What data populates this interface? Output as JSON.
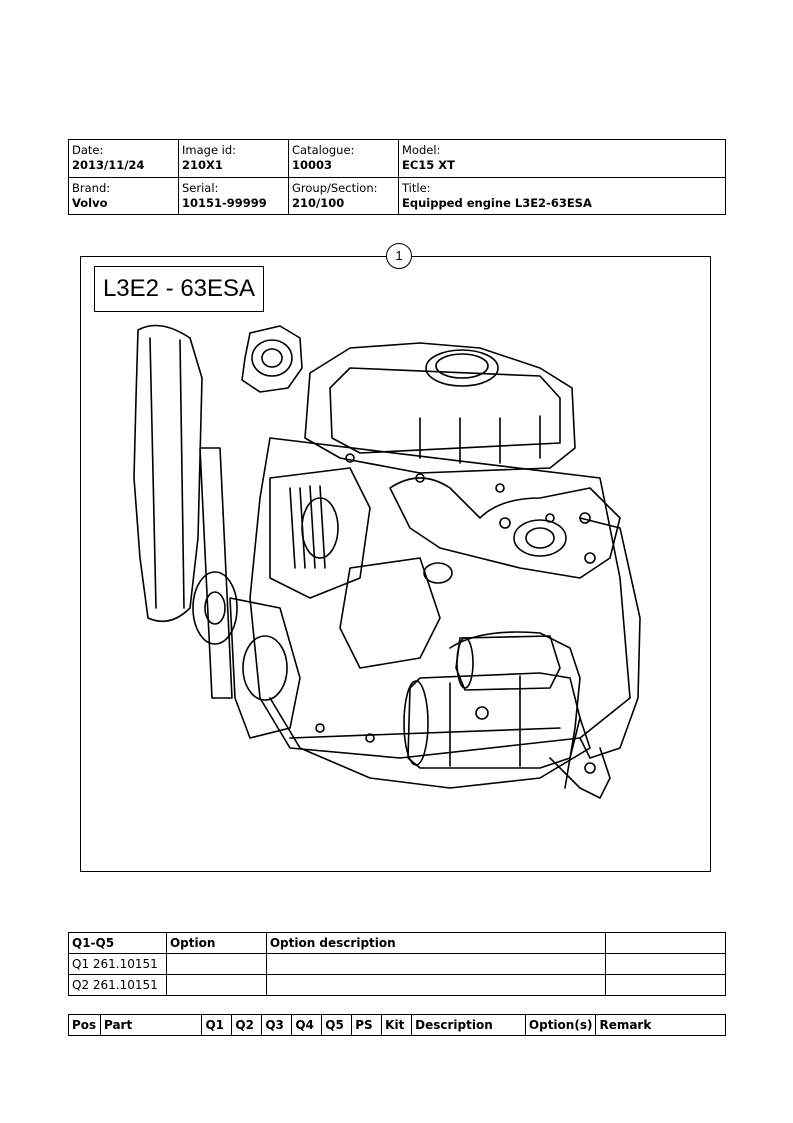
{
  "header": {
    "date_label": "Date:",
    "date_value": "2013/11/24",
    "image_id_label": "Image id:",
    "image_id_value": "210X1",
    "catalogue_label": "Catalogue:",
    "catalogue_value": "10003",
    "model_label": "Model:",
    "model_value": "EC15 XT",
    "brand_label": "Brand:",
    "brand_value": "Volvo",
    "serial_label": "Serial:",
    "serial_value": "10151-99999",
    "group_label": "Group/Section:",
    "group_value": "210/100",
    "title_label": "Title:",
    "title_value": "Equipped engine L3E2-63ESA"
  },
  "illustration": {
    "callout_number": "1",
    "model_code": "L3E2 - 63ESA",
    "engine_icon": "engine-line-drawing-icon"
  },
  "options_table": {
    "headers": [
      "Q1-Q5",
      "Option",
      "Option description",
      ""
    ],
    "rows": [
      [
        "Q1 261.10151",
        "",
        "",
        ""
      ],
      [
        "Q2 261.10151",
        "",
        "",
        ""
      ]
    ]
  },
  "parts_table": {
    "headers": [
      "Pos",
      "Part",
      "Q1",
      "Q2",
      "Q3",
      "Q4",
      "Q5",
      "PS",
      "Kit",
      "Description",
      "Option(s)",
      "Remark"
    ]
  }
}
